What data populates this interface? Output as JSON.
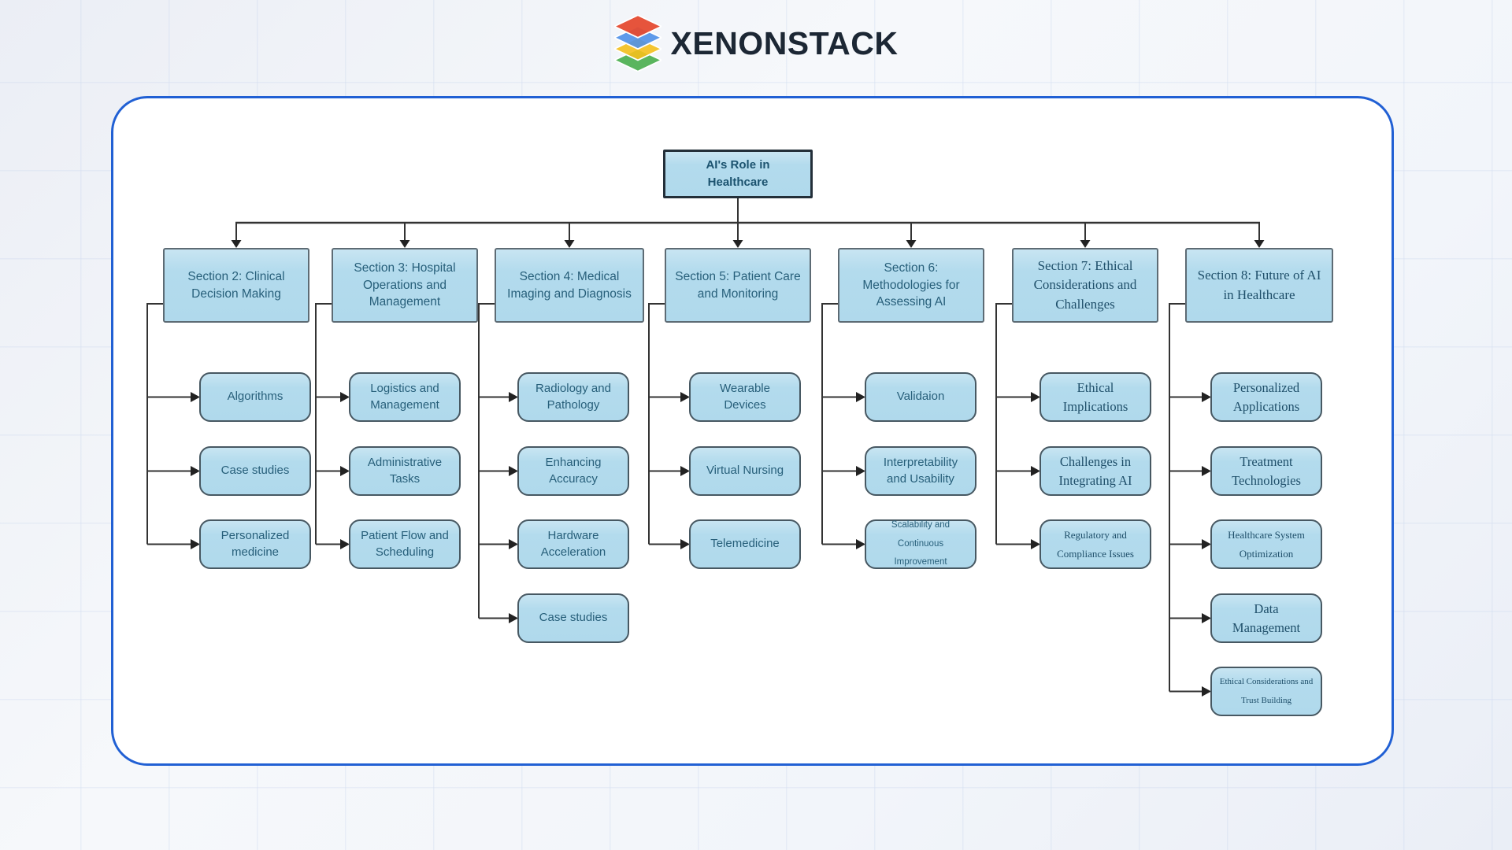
{
  "logo": {
    "brand": "XENONSTACK",
    "icon": "stacked-layers-icon",
    "layer_colors": [
      "#e54b31",
      "#4e90e8",
      "#f4c01c",
      "#4caf50"
    ]
  },
  "diagram": {
    "root_label": "AI's Role in Healthcare",
    "sections": [
      {
        "label": "Section 2: Clinical Decision Making",
        "children": [
          "Algorithms",
          "Case studies",
          "Personalized medicine"
        ]
      },
      {
        "label": "Section 3: Hospital Operations and Management",
        "children": [
          "Logistics and Management",
          "Administrative Tasks",
          "Patient Flow and Scheduling"
        ]
      },
      {
        "label": "Section 4: Medical Imaging and Diagnosis",
        "children": [
          "Radiology and Pathology",
          "Enhancing Accuracy",
          "Hardware Acceleration",
          "Case studies"
        ]
      },
      {
        "label": "Section 5: Patient Care and Monitoring",
        "children": [
          "Wearable Devices",
          "Virtual Nursing",
          "Telemedicine"
        ]
      },
      {
        "label": "Section 6: Methodologies for Assessing AI",
        "children": [
          "Validaion",
          "Interpretability and Usability",
          "Scalability and Continuous Improvement"
        ]
      },
      {
        "label": "Section 7: Ethical Considerations and Challenges",
        "children": [
          "Ethical Implications",
          "Challenges in Integrating AI",
          "Regulatory and Compliance Issues"
        ]
      },
      {
        "label": "Section 8: Future of AI in Healthcare",
        "children": [
          "Personalized Applications",
          "Treatment Technologies",
          "Healthcare System Optimization",
          "Data Management",
          "Ethical Considerations and Trust Building"
        ]
      }
    ],
    "colors": {
      "node_fill": "#b3dbed",
      "node_border": "#475862",
      "card_border": "#2160d4",
      "connector": "#333333"
    }
  }
}
